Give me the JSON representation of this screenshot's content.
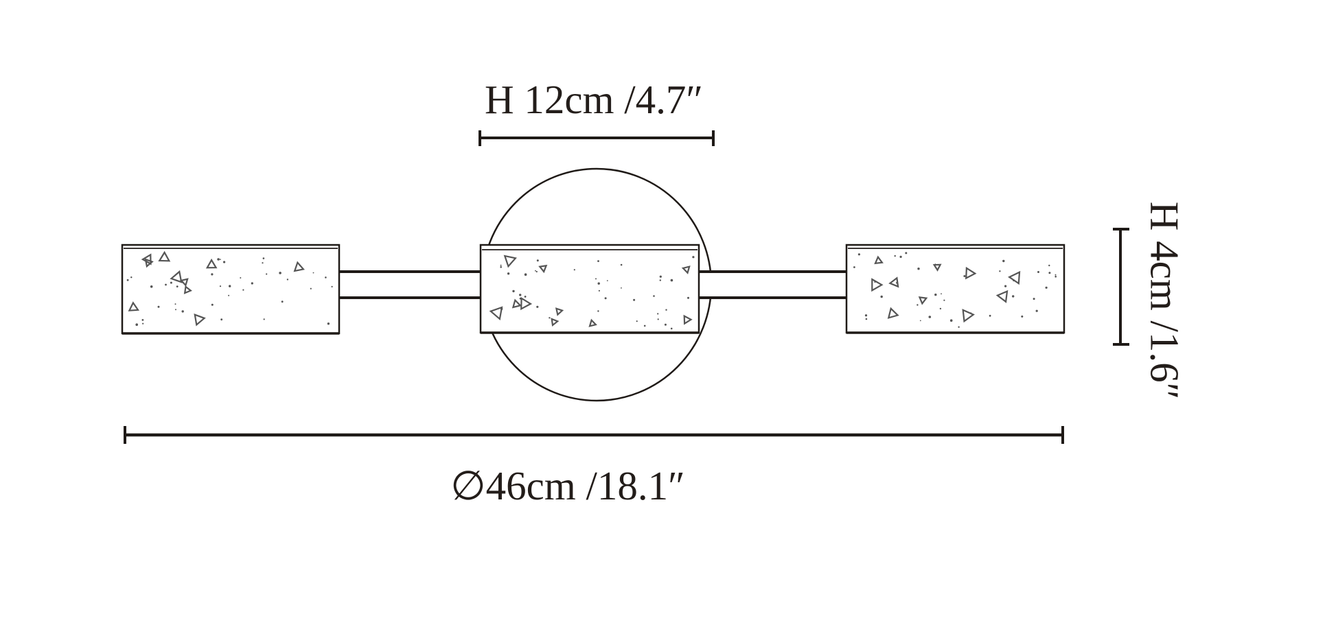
{
  "drawing": {
    "labels": {
      "top_dimension": "H 12cm /4.7″",
      "right_dimension": "H 4cm /1.6″",
      "bottom_dimension": "∅46cm /18.1″"
    },
    "colors": {
      "line": "#1f1a17",
      "text": "#231d1a",
      "texture": "#555555",
      "background": "#ffffff"
    }
  }
}
